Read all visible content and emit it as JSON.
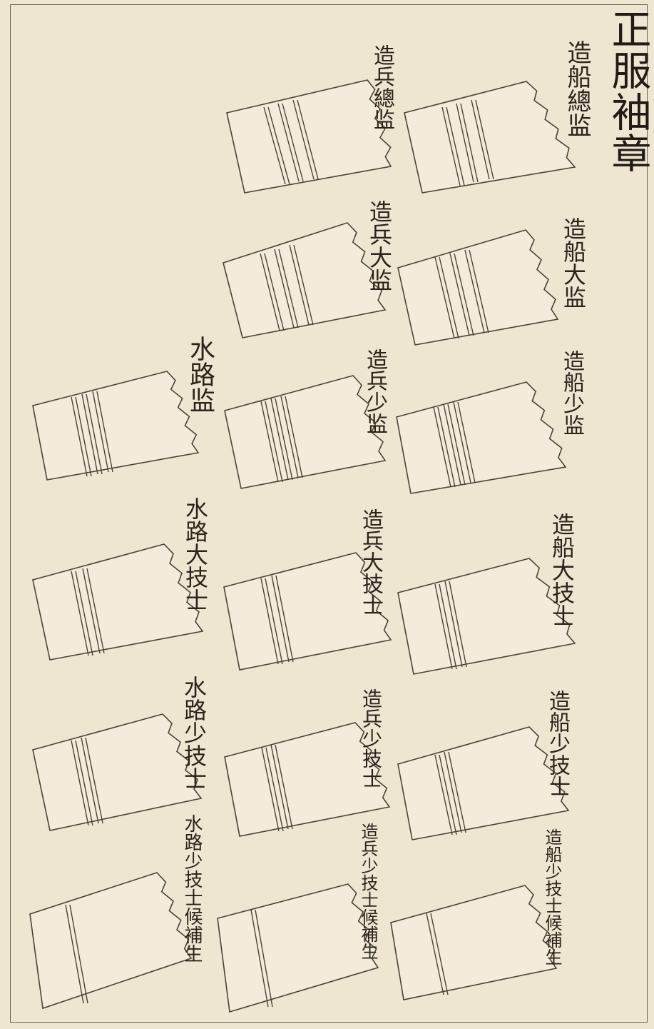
{
  "title": "正服袖章",
  "insignia": [
    {
      "rank": "造兵總监",
      "stripes": 3
    },
    {
      "rank": "造船總监",
      "stripes": 3
    },
    {
      "rank": "造兵大监",
      "stripes": 3
    },
    {
      "rank": "造船大监",
      "stripes": 3
    },
    {
      "rank": "水路监",
      "stripes": 3
    },
    {
      "rank": "造兵少监",
      "stripes": 3
    },
    {
      "rank": "造船少监",
      "stripes": 3
    },
    {
      "rank": "水路大技士",
      "stripes": 2
    },
    {
      "rank": "造兵大技士",
      "stripes": 2
    },
    {
      "rank": "造船大技士",
      "stripes": 2
    },
    {
      "rank": "水路少技士",
      "stripes": 2
    },
    {
      "rank": "造兵少技士",
      "stripes": 2
    },
    {
      "rank": "造船少技士",
      "stripes": 2
    },
    {
      "rank": "水路少技士候補生",
      "stripes": 1
    },
    {
      "rank": "造兵少技士候補生",
      "stripes": 1
    },
    {
      "rank": "造船少技士候補生",
      "stripes": 1
    }
  ]
}
